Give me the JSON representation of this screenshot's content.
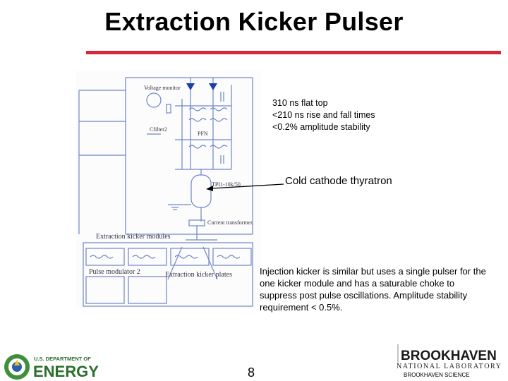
{
  "slide": {
    "title": "Extraction Kicker Pulser",
    "page_number": "8",
    "accent_color": "#d6283a"
  },
  "specs": [
    "310 ns flat top",
    "<210 ns rise and fall times",
    "<0.2% amplitude stability"
  ],
  "callout": {
    "label": "Cold cathode thyratron"
  },
  "note": "Injection kicker is similar but uses a single pulser for the one kicker module and has a saturable choke to suppress post pulse oscillations. Amplitude stability requirement < 0.5%.",
  "schematic_labels": {
    "voltage_monitor": "Voltage monitor",
    "cfilter": "Cfilter2",
    "pfn": "PFN",
    "tpi": "TPI1-10k/50",
    "current_transformer": "Current transformer",
    "kicker_modules": "Extraction kicker modules",
    "pulse_modulator": "Pulse modulator 2",
    "kicker_plates": "Extraction kicker plates"
  },
  "logos": {
    "doe_top": "U.S. DEPARTMENT OF",
    "doe_main": "ENERGY",
    "bnl_main": "BROOKHAVEN",
    "bnl_sub": "NATIONAL LABORATORY",
    "bnl_footer": "BROOKHAVEN SCIENCE"
  }
}
